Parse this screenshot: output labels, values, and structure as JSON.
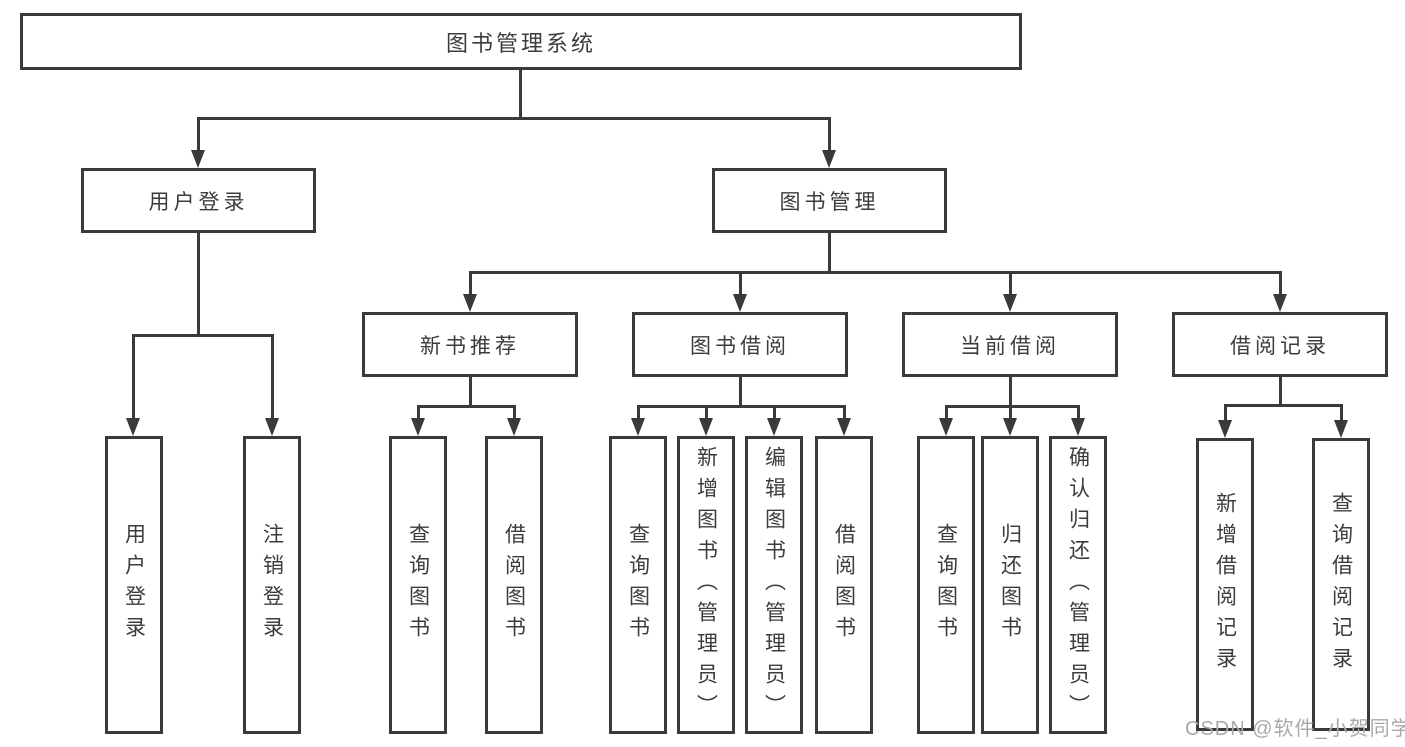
{
  "diagram": {
    "title_node": {
      "label": "图书管理系统"
    },
    "level2": [
      {
        "id": "user-login",
        "label": "用户登录"
      },
      {
        "id": "book-management",
        "label": "图书管理"
      }
    ],
    "level3": [
      {
        "id": "new-book-recommend",
        "label": "新书推荐",
        "parent": "图书管理"
      },
      {
        "id": "book-borrow",
        "label": "图书借阅",
        "parent": "图书管理"
      },
      {
        "id": "current-borrow",
        "label": "当前借阅",
        "parent": "图书管理"
      },
      {
        "id": "borrow-records",
        "label": "借阅记录",
        "parent": "图书管理"
      }
    ],
    "level4": [
      {
        "id": "leaf-user-login",
        "label": "用户登录",
        "parent": "用户登录"
      },
      {
        "id": "leaf-logout",
        "label": "注销登录",
        "parent": "用户登录"
      },
      {
        "id": "leaf-query-books-recommend",
        "label": "查询图书",
        "parent": "新书推荐"
      },
      {
        "id": "leaf-borrow-books-recommend",
        "label": "借阅图书",
        "parent": "新书推荐"
      },
      {
        "id": "leaf-query-books-borrow",
        "label": "查询图书",
        "parent": "图书借阅"
      },
      {
        "id": "leaf-add-books-admin",
        "label": "新增图书（管理员）",
        "parent": "图书借阅"
      },
      {
        "id": "leaf-edit-books-admin",
        "label": "编辑图书（管理员）",
        "parent": "图书借阅"
      },
      {
        "id": "leaf-borrow-books",
        "label": "借阅图书",
        "parent": "图书借阅"
      },
      {
        "id": "leaf-query-books-current",
        "label": "查询图书",
        "parent": "当前借阅"
      },
      {
        "id": "leaf-return-books",
        "label": "归还图书",
        "parent": "当前借阅"
      },
      {
        "id": "leaf-confirm-return-admin",
        "label": "确认归还（管理员）",
        "parent": "当前借阅"
      },
      {
        "id": "leaf-add-borrow-record",
        "label": "新增借阅记录",
        "parent": "借阅记录"
      },
      {
        "id": "leaf-query-borrow-record",
        "label": "查询借阅记录",
        "parent": "借阅记录"
      }
    ]
  },
  "watermark": {
    "text": "CSDN @软件_小贺同学"
  },
  "colors": {
    "line": "#3a3a3a",
    "text": "#3c3c3c",
    "node_fill": "#ffffff",
    "background": "#ffffff",
    "watermark_text": "#a9a9a9"
  }
}
